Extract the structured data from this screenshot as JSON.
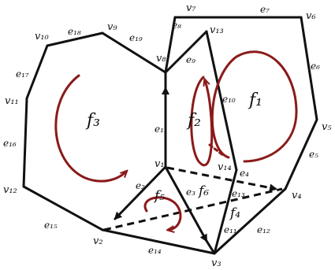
{
  "colors": {
    "stroke": "#111111",
    "accent": "#8b1a1a",
    "background": "#ffffff"
  },
  "vertices": {
    "v1": "v₁",
    "v2": "v₂",
    "v3": "v₃",
    "v4": "v₄",
    "v5": "v₅",
    "v6": "v₆",
    "v7": "v₇",
    "v8": "v₈",
    "v9": "v₉",
    "v10": "v₁₀",
    "v11": "v₁₁",
    "v12": "v₁₂",
    "v13": "v₁₃",
    "v14": "v₁₄"
  },
  "edges": {
    "e1": "e₁",
    "e2": "e₂",
    "e3": "e₃",
    "e4": "e₄",
    "e5": "e₅",
    "e6": "e₆",
    "e7": "e₇",
    "e8": "e₈",
    "e9": "e₉",
    "e10": "e₁₀",
    "e11": "e₁₁",
    "e12": "e₁₂",
    "e13": "e₁₃",
    "e14": "e₁₄",
    "e15": "e₁₅",
    "e16": "e₁₆",
    "e17": "e₁₇",
    "e18": "e₁₈",
    "e19": "e₁₉"
  },
  "faces": {
    "f1": "f₁",
    "f2": "f₂",
    "f3": "f₃",
    "f4": "f₄",
    "f5": "f₅",
    "f6": "f₆"
  }
}
